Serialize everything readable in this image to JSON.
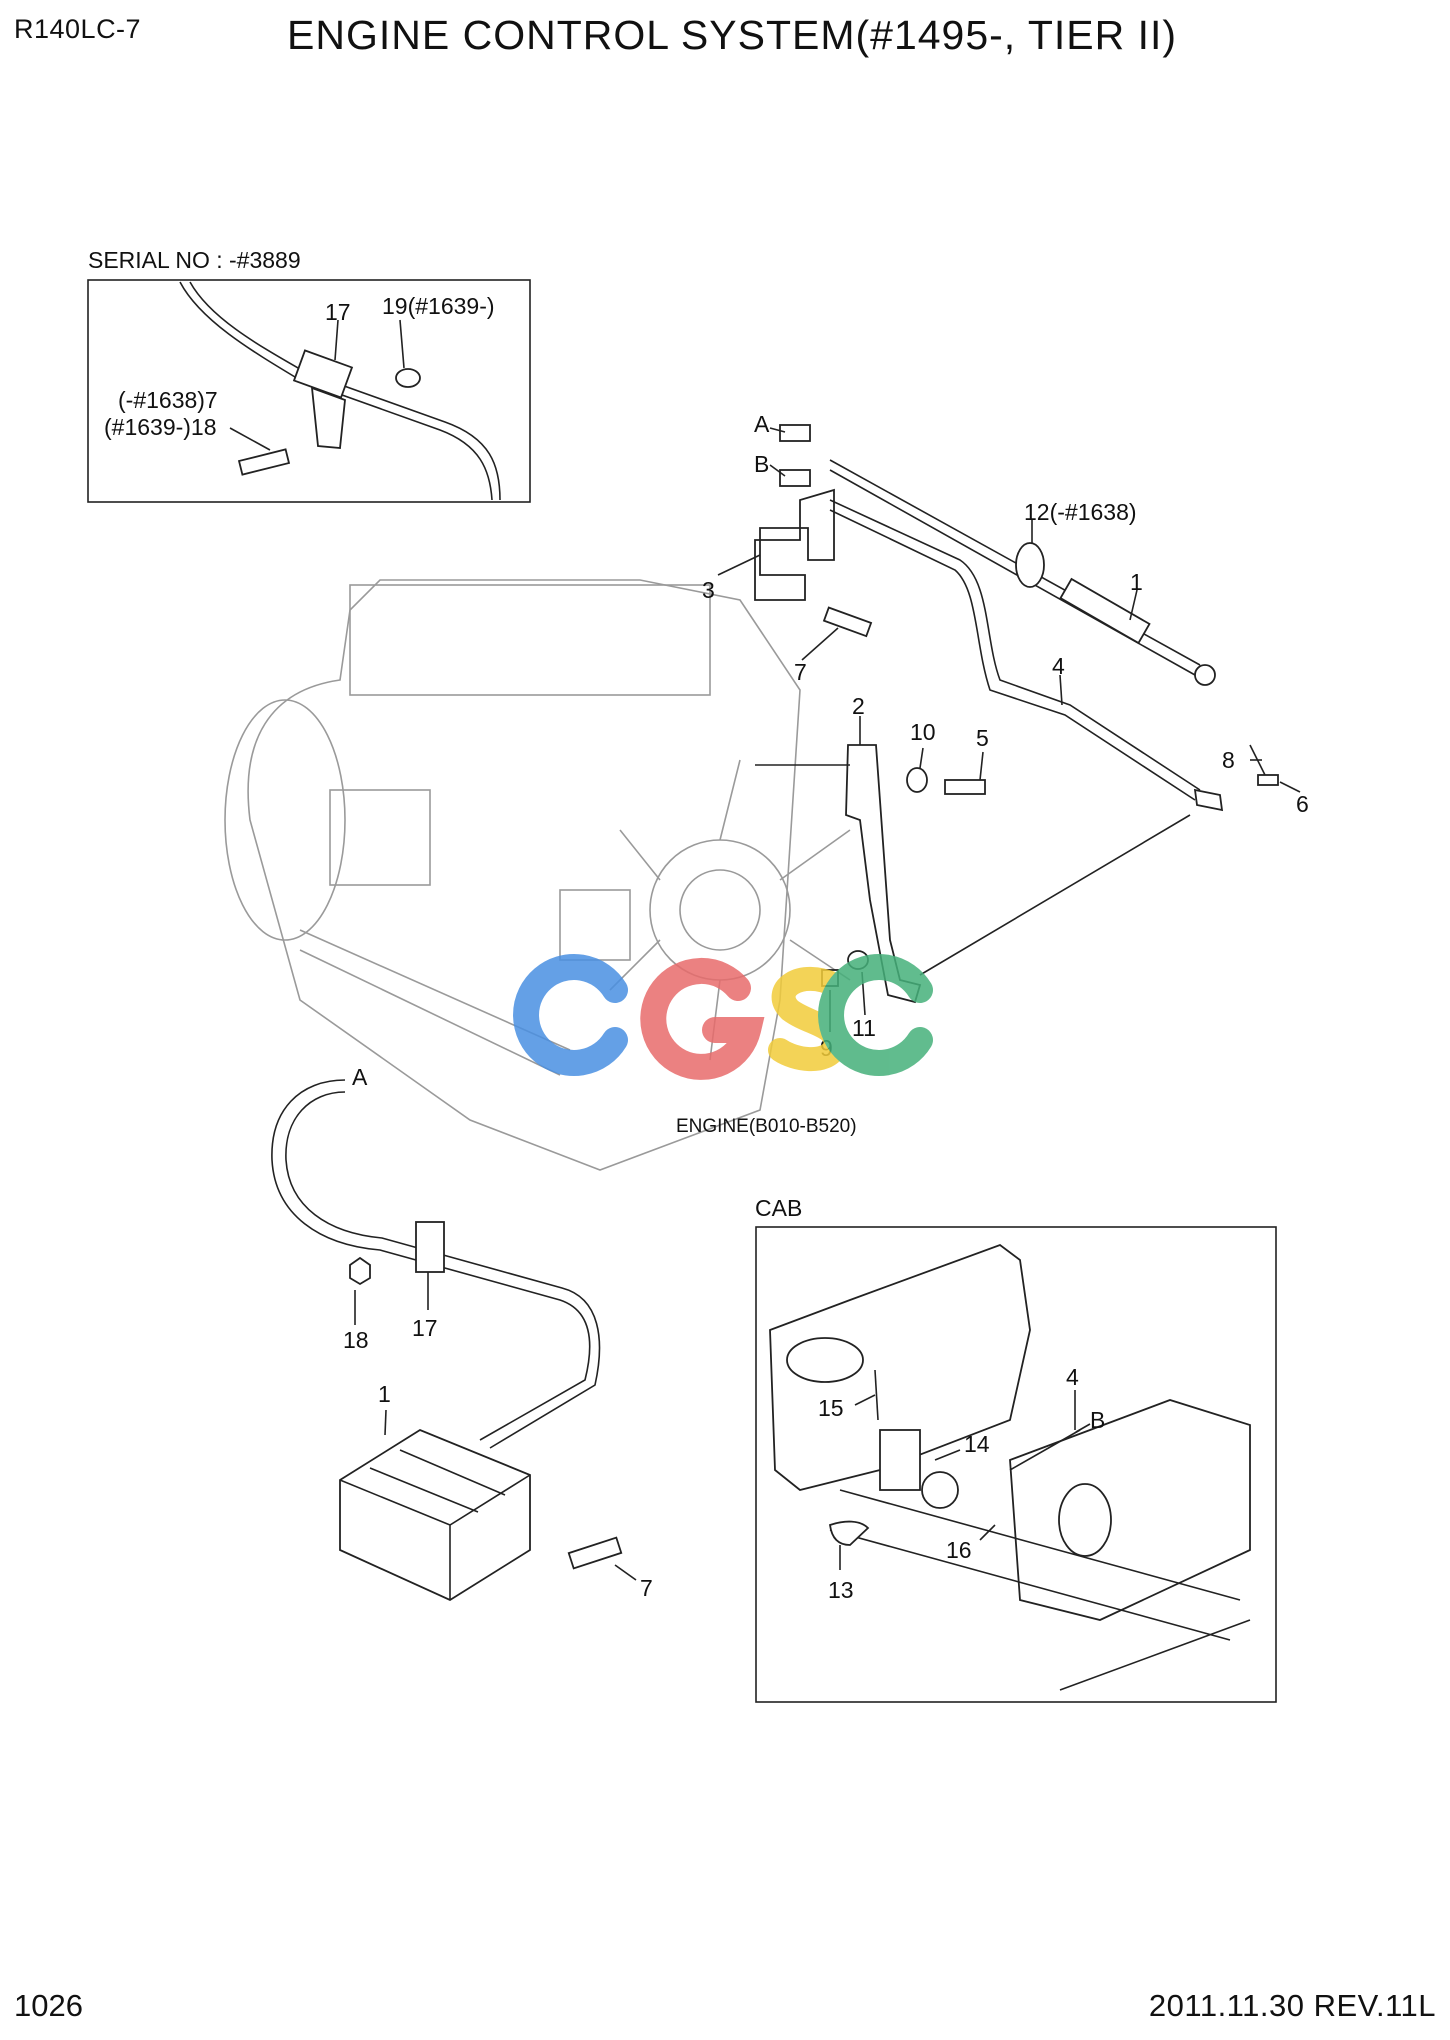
{
  "header": {
    "model": "R140LC-7",
    "title": "ENGINE CONTROL SYSTEM(#1495-, TIER II)"
  },
  "footer": {
    "page": "1026",
    "revision": "2011.11.30  REV.11L"
  },
  "inset_serial": {
    "caption": "SERIAL NO : -#3889",
    "labels": {
      "p17": "17",
      "p19": "19(#1639-)",
      "p7": "(-#1638)7",
      "p18": "(#1639-)18"
    }
  },
  "engine_caption": "ENGINE(B010-B520)",
  "cab_caption": "CAB",
  "callouts": {
    "A": "A",
    "B": "B",
    "c3": "3",
    "c7": "7",
    "c12": "12(-#1638)",
    "c1": "1",
    "c4": "4",
    "c2": "2",
    "c10": "10",
    "c5": "5",
    "c8": "8",
    "c6": "6",
    "c9": "9",
    "c11": "11",
    "low_A": "A",
    "c18": "18",
    "c17": "17",
    "low_1": "1",
    "low_7": "7",
    "cab_4": "4",
    "cab_B": "B",
    "c15": "15",
    "c14": "14",
    "c16": "16",
    "c13": "13"
  },
  "watermark": {
    "text": "CGSC",
    "colors": [
      "#4a90e2",
      "#e86c6c",
      "#f2cc3a",
      "#45b07a"
    ]
  }
}
